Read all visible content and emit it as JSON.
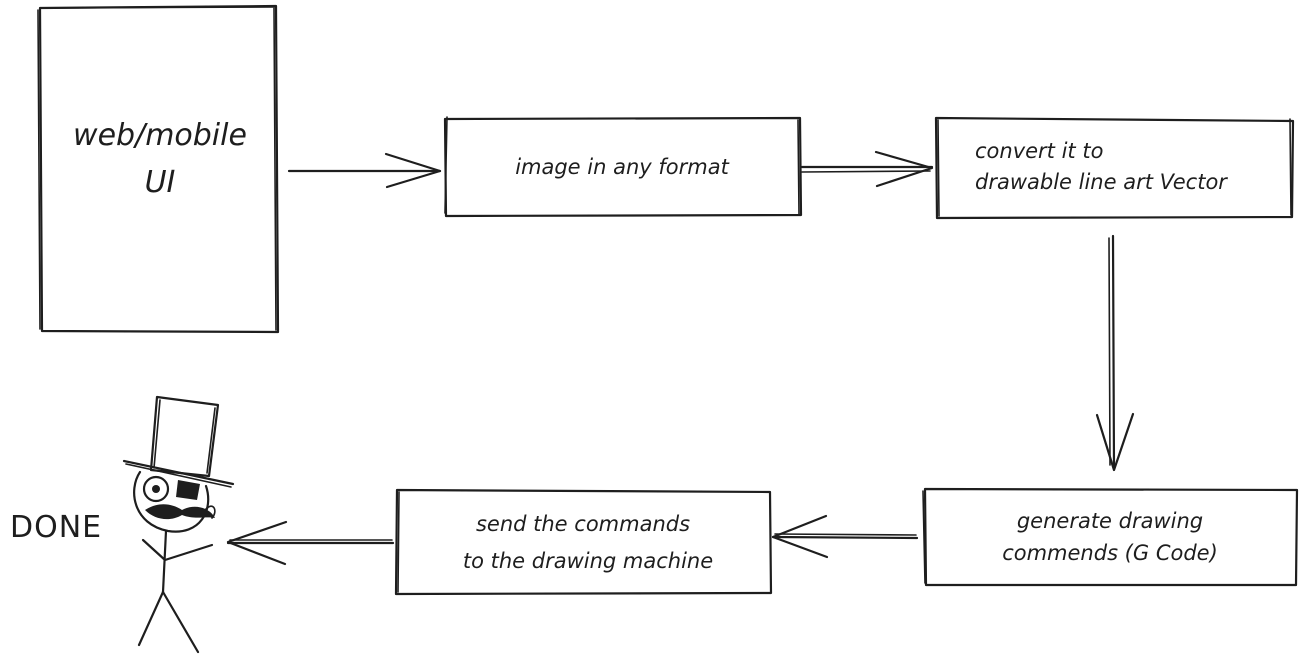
{
  "nodes": {
    "web_ui": {
      "line1": "web/mobile",
      "line2": "UI"
    },
    "image": {
      "line1": "image in any format"
    },
    "vector": {
      "line1": "convert it to",
      "line2": "drawable line art Vector"
    },
    "gcode": {
      "line1": "generate drawing",
      "line2": "commends (G Code)"
    },
    "send": {
      "line1": "send the commands",
      "line2": "to the drawing machine"
    }
  },
  "done_label": "DONE",
  "colors": {
    "stroke": "#1e1e1e",
    "background": "#ffffff"
  },
  "icons": [
    "stick-figure-top-hat-icon"
  ]
}
